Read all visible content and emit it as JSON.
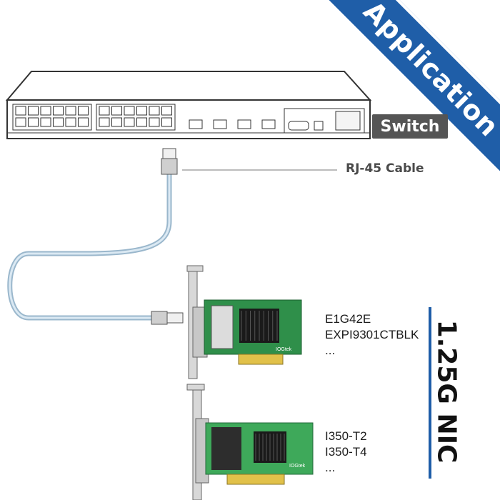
{
  "banner": {
    "text": "Application",
    "color": "#1f5ea8"
  },
  "switch": {
    "label": "Switch",
    "badge_color": "#555555"
  },
  "cable": {
    "label": "RJ-45 Cable",
    "color": "#a9c6dc"
  },
  "nic_top": {
    "models": [
      "E1G42E",
      "EXPI9301CTBLK",
      "..."
    ],
    "board_color": "#2f8f4a"
  },
  "nic_bottom": {
    "models": [
      "I350-T2",
      "I350-T4",
      "..."
    ],
    "board_color": "#3ea95a"
  },
  "speed_label": {
    "text": "1.25G NIC",
    "accent": "#1f5ea8"
  }
}
